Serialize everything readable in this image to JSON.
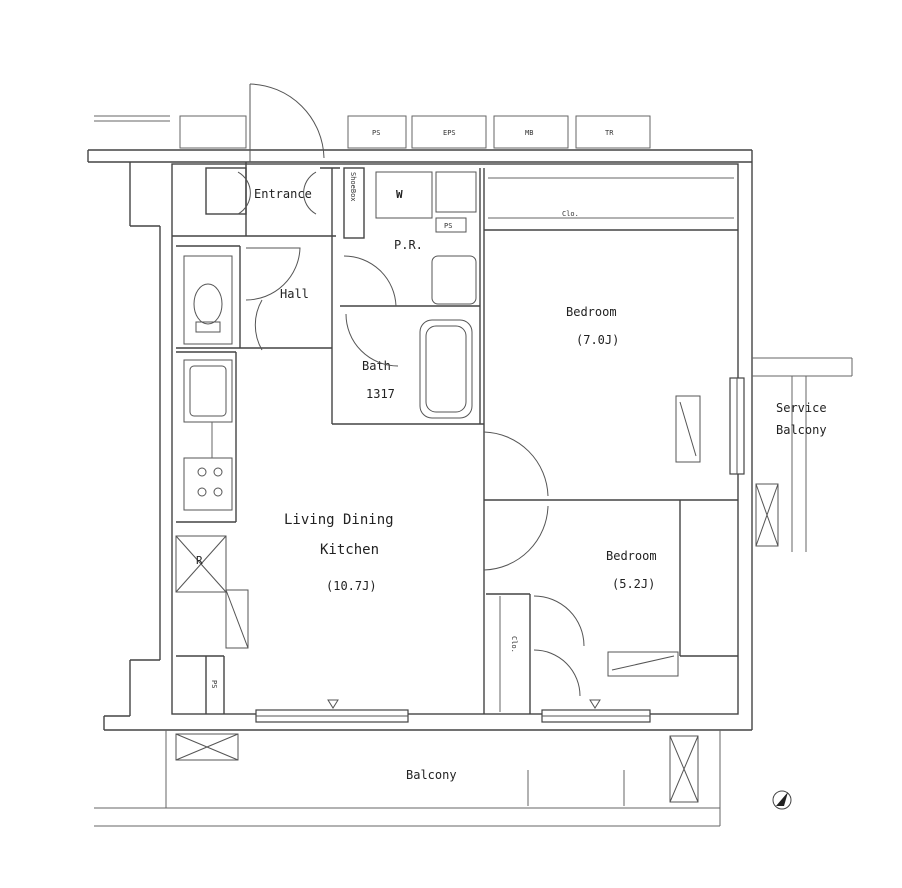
{
  "rooms": {
    "entrance": "Entrance",
    "shoebox": "ShoeBox",
    "washer": "W",
    "powder_room": "P.R.",
    "ps_small": "PS",
    "hall": "Hall",
    "bath_label": "Bath",
    "bath_size": "1317",
    "closet_top": "Clo.",
    "bedroom1_label": "Bedroom",
    "bedroom1_size": "(7.0J)",
    "service_balcony_line1": "Service",
    "service_balcony_line2": "Balcony",
    "ldk_line1": "Living Dining",
    "ldk_line2": "Kitchen",
    "ldk_size": "(10.7J)",
    "fridge": "R",
    "ps_bottom": "PS",
    "bedroom2_label": "Bedroom",
    "bedroom2_size": "(5.2J)",
    "closet_bottom": "Clo.",
    "balcony": "Balcony"
  },
  "shafts": [
    "PS",
    "EPS",
    "MB",
    "TR"
  ]
}
